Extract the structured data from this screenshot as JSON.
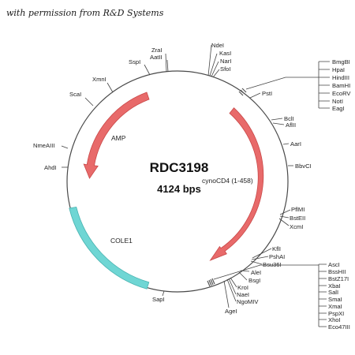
{
  "credit": "with permission from R&D Systems",
  "plasmid": {
    "name": "RDC3198",
    "size_label": "4124 bps"
  },
  "colors": {
    "backbone": "#4a4a4a",
    "amp": "#e86a6a",
    "amp_stroke": "#c94848",
    "cole1": "#6fd6d4",
    "cole1_stroke": "#49b3b1",
    "marker": "#555555"
  },
  "features": [
    {
      "id": "amp",
      "label": "AMP"
    },
    {
      "id": "cynocd4",
      "label": "cynoCD4 (1-458)"
    },
    {
      "id": "cole1",
      "label": "COLE1"
    }
  ],
  "sites": {
    "top_group": [
      "NdeI",
      "KasI",
      "NarI",
      "SfoI"
    ],
    "right_top_group": [
      "BmgBI",
      "HpaI",
      "HindIII",
      "BamHI",
      "EcoRV",
      "NotI",
      "EagI"
    ],
    "right_bottom_group": [
      "AscI",
      "BssHII",
      "BstZ17I",
      "XbaI",
      "SalI",
      "SmaI",
      "XmaI",
      "PspXI",
      "XhoI",
      "Eco47III"
    ],
    "zrai_aatii": [
      "ZraI",
      "AatII"
    ],
    "sspi": "SspI",
    "xmni": "XmnI",
    "scai": "ScaI",
    "nmeaiii": "NmeAIII",
    "ahdi": "AhdI",
    "sapi": "SapI",
    "psti": "PstI",
    "bcli_aflii": [
      "BclI",
      "AflII"
    ],
    "aari": "AarI",
    "bbvci": "BbvCI",
    "pflmi_group": [
      "PflMI",
      "BstEII",
      "XcmI"
    ],
    "kfli_group": [
      "KflI",
      "PshAI",
      "Bsu36I"
    ],
    "alei_group": [
      "AleI",
      "BsgI"
    ],
    "kroi_group": [
      "KroI",
      "NaeI",
      "NgoMIV"
    ],
    "agei": "AgeI"
  }
}
